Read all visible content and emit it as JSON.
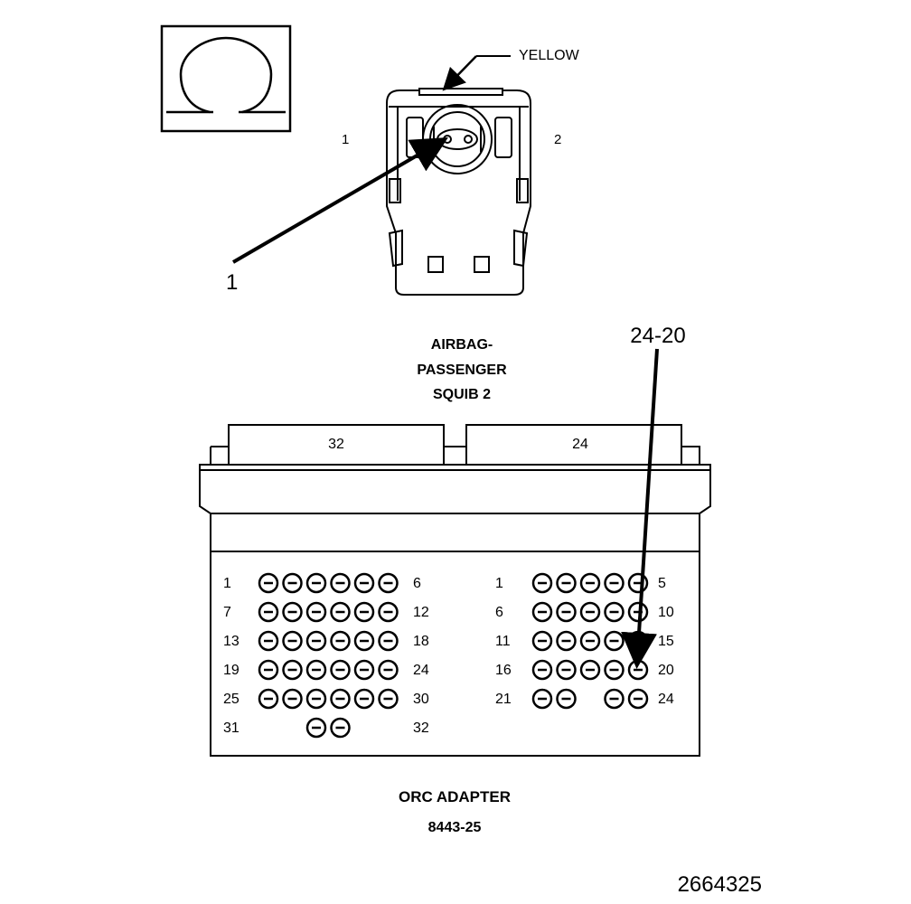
{
  "squib": {
    "yellow_label": "YELLOW",
    "pin_left": "1",
    "pin_right": "2",
    "callout": "1",
    "title_line1": "AIRBAG-",
    "title_line2": "PASSENGER",
    "title_line3": "SQUIB 2"
  },
  "adapter": {
    "callout": "24-20",
    "tab_left": "32",
    "tab_right": "24",
    "left_rows": [
      {
        "start": "1",
        "end": "6",
        "pins": 6
      },
      {
        "start": "7",
        "end": "12",
        "pins": 6
      },
      {
        "start": "13",
        "end": "18",
        "pins": 6
      },
      {
        "start": "19",
        "end": "24",
        "pins": 6
      },
      {
        "start": "25",
        "end": "30",
        "pins": 6
      },
      {
        "start": "31",
        "end": "32",
        "pins": 2
      }
    ],
    "right_rows": [
      {
        "start": "1",
        "end": "5",
        "pins": 5
      },
      {
        "start": "6",
        "end": "10",
        "pins": 5
      },
      {
        "start": "11",
        "end": "15",
        "pins": 5
      },
      {
        "start": "16",
        "end": "20",
        "pins": 5
      },
      {
        "start": "21",
        "end": "24",
        "pins": 4
      }
    ],
    "title_line1": "ORC ADAPTER",
    "title_line2": "8443-25"
  },
  "figure_id": "2664325",
  "icons": {
    "ohm": "ohm-symbol-icon",
    "pin": "pin-socket-icon"
  }
}
